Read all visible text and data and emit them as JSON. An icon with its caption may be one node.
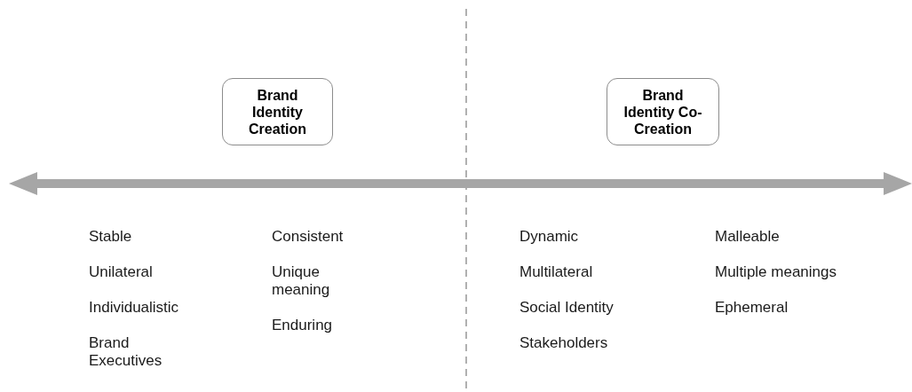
{
  "diagram": {
    "nodes": [
      {
        "text": [
          "Brand Identity Creation"
        ]
      },
      {
        "text": [
          "Brand Identity Co-Creation"
        ]
      }
    ],
    "labels": [
      "Stable",
      "Unilateral",
      "Individualistic",
      "Brand Executives",
      "Consistent",
      "Unique meaning",
      "Enduring",
      "Dynamic",
      "Multilateral",
      "Social Identity",
      "Stakeholders",
      "Malleable",
      "Multiple meanings",
      "Ephemeral"
    ]
  }
}
